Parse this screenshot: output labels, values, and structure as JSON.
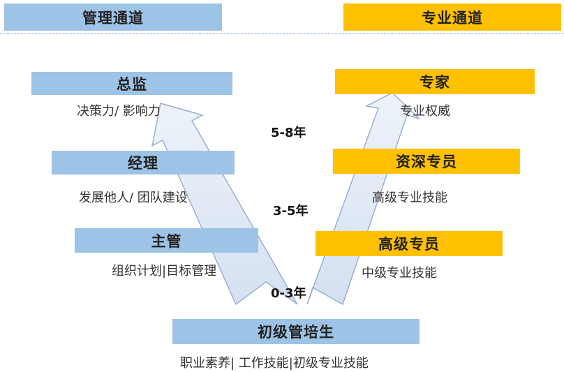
{
  "header": {
    "management_track": "管理通道",
    "professional_track": "专业通道"
  },
  "management": {
    "director": {
      "title": "总监",
      "desc": "决策力/ 影响力"
    },
    "manager": {
      "title": "经理",
      "desc": "发展他人/ 团队建设"
    },
    "supervisor": {
      "title": "主管",
      "desc": "组织计划|目标管理"
    }
  },
  "professional": {
    "expert": {
      "title": "专家",
      "desc": "专业权威"
    },
    "senior_specialist": {
      "title": "资深专员",
      "desc": "高级专业技能"
    },
    "advanced_specialist": {
      "title": "高级专员",
      "desc": "中级专业技能"
    }
  },
  "years": {
    "stage3": "5-8年",
    "stage2": "3-5年",
    "stage1": "0-3年"
  },
  "trainee": {
    "title": "初级管培生",
    "desc": "职业素养| 工作技能|初级专业技能"
  },
  "colors": {
    "management_box": "#9dc3e6",
    "professional_box": "#ffc000",
    "arrow_fill": "#dfe8f5",
    "arrow_stroke": "#9aaed0"
  }
}
